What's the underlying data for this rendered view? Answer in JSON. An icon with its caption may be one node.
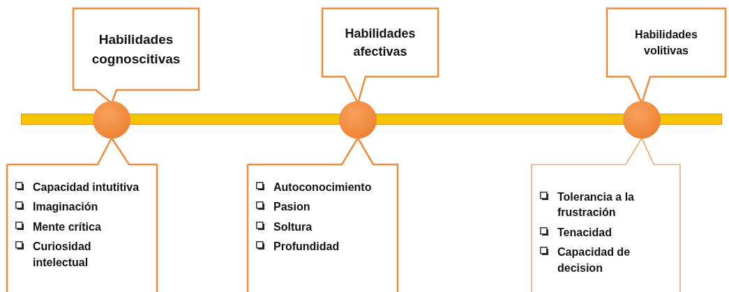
{
  "diagram": {
    "nodes": [
      {
        "text": [
          "Habilidades cognoscitivas"
        ]
      },
      {
        "text": [
          "Habilidades afectivas"
        ]
      },
      {
        "text": [
          "Habilidades volitivas"
        ]
      },
      {
        "text": [],
        "shape": "circle"
      },
      {
        "text": [],
        "shape": "circle"
      },
      {
        "text": [],
        "shape": "circle"
      },
      {
        "text": [
          "Capacidad intutitiva",
          "Imaginación",
          "Mente crítica",
          "Curiosidad intelectual"
        ]
      },
      {
        "text": [
          "Autoconocimiento",
          "Pasion",
          "Soltura",
          "Profundidad"
        ]
      },
      {
        "text": [
          "Tolerancia a la frustración",
          "Tenacidad",
          "Capacidad de decision"
        ]
      },
      {
        "text": [],
        "shape": "bar"
      }
    ],
    "edges": []
  }
}
